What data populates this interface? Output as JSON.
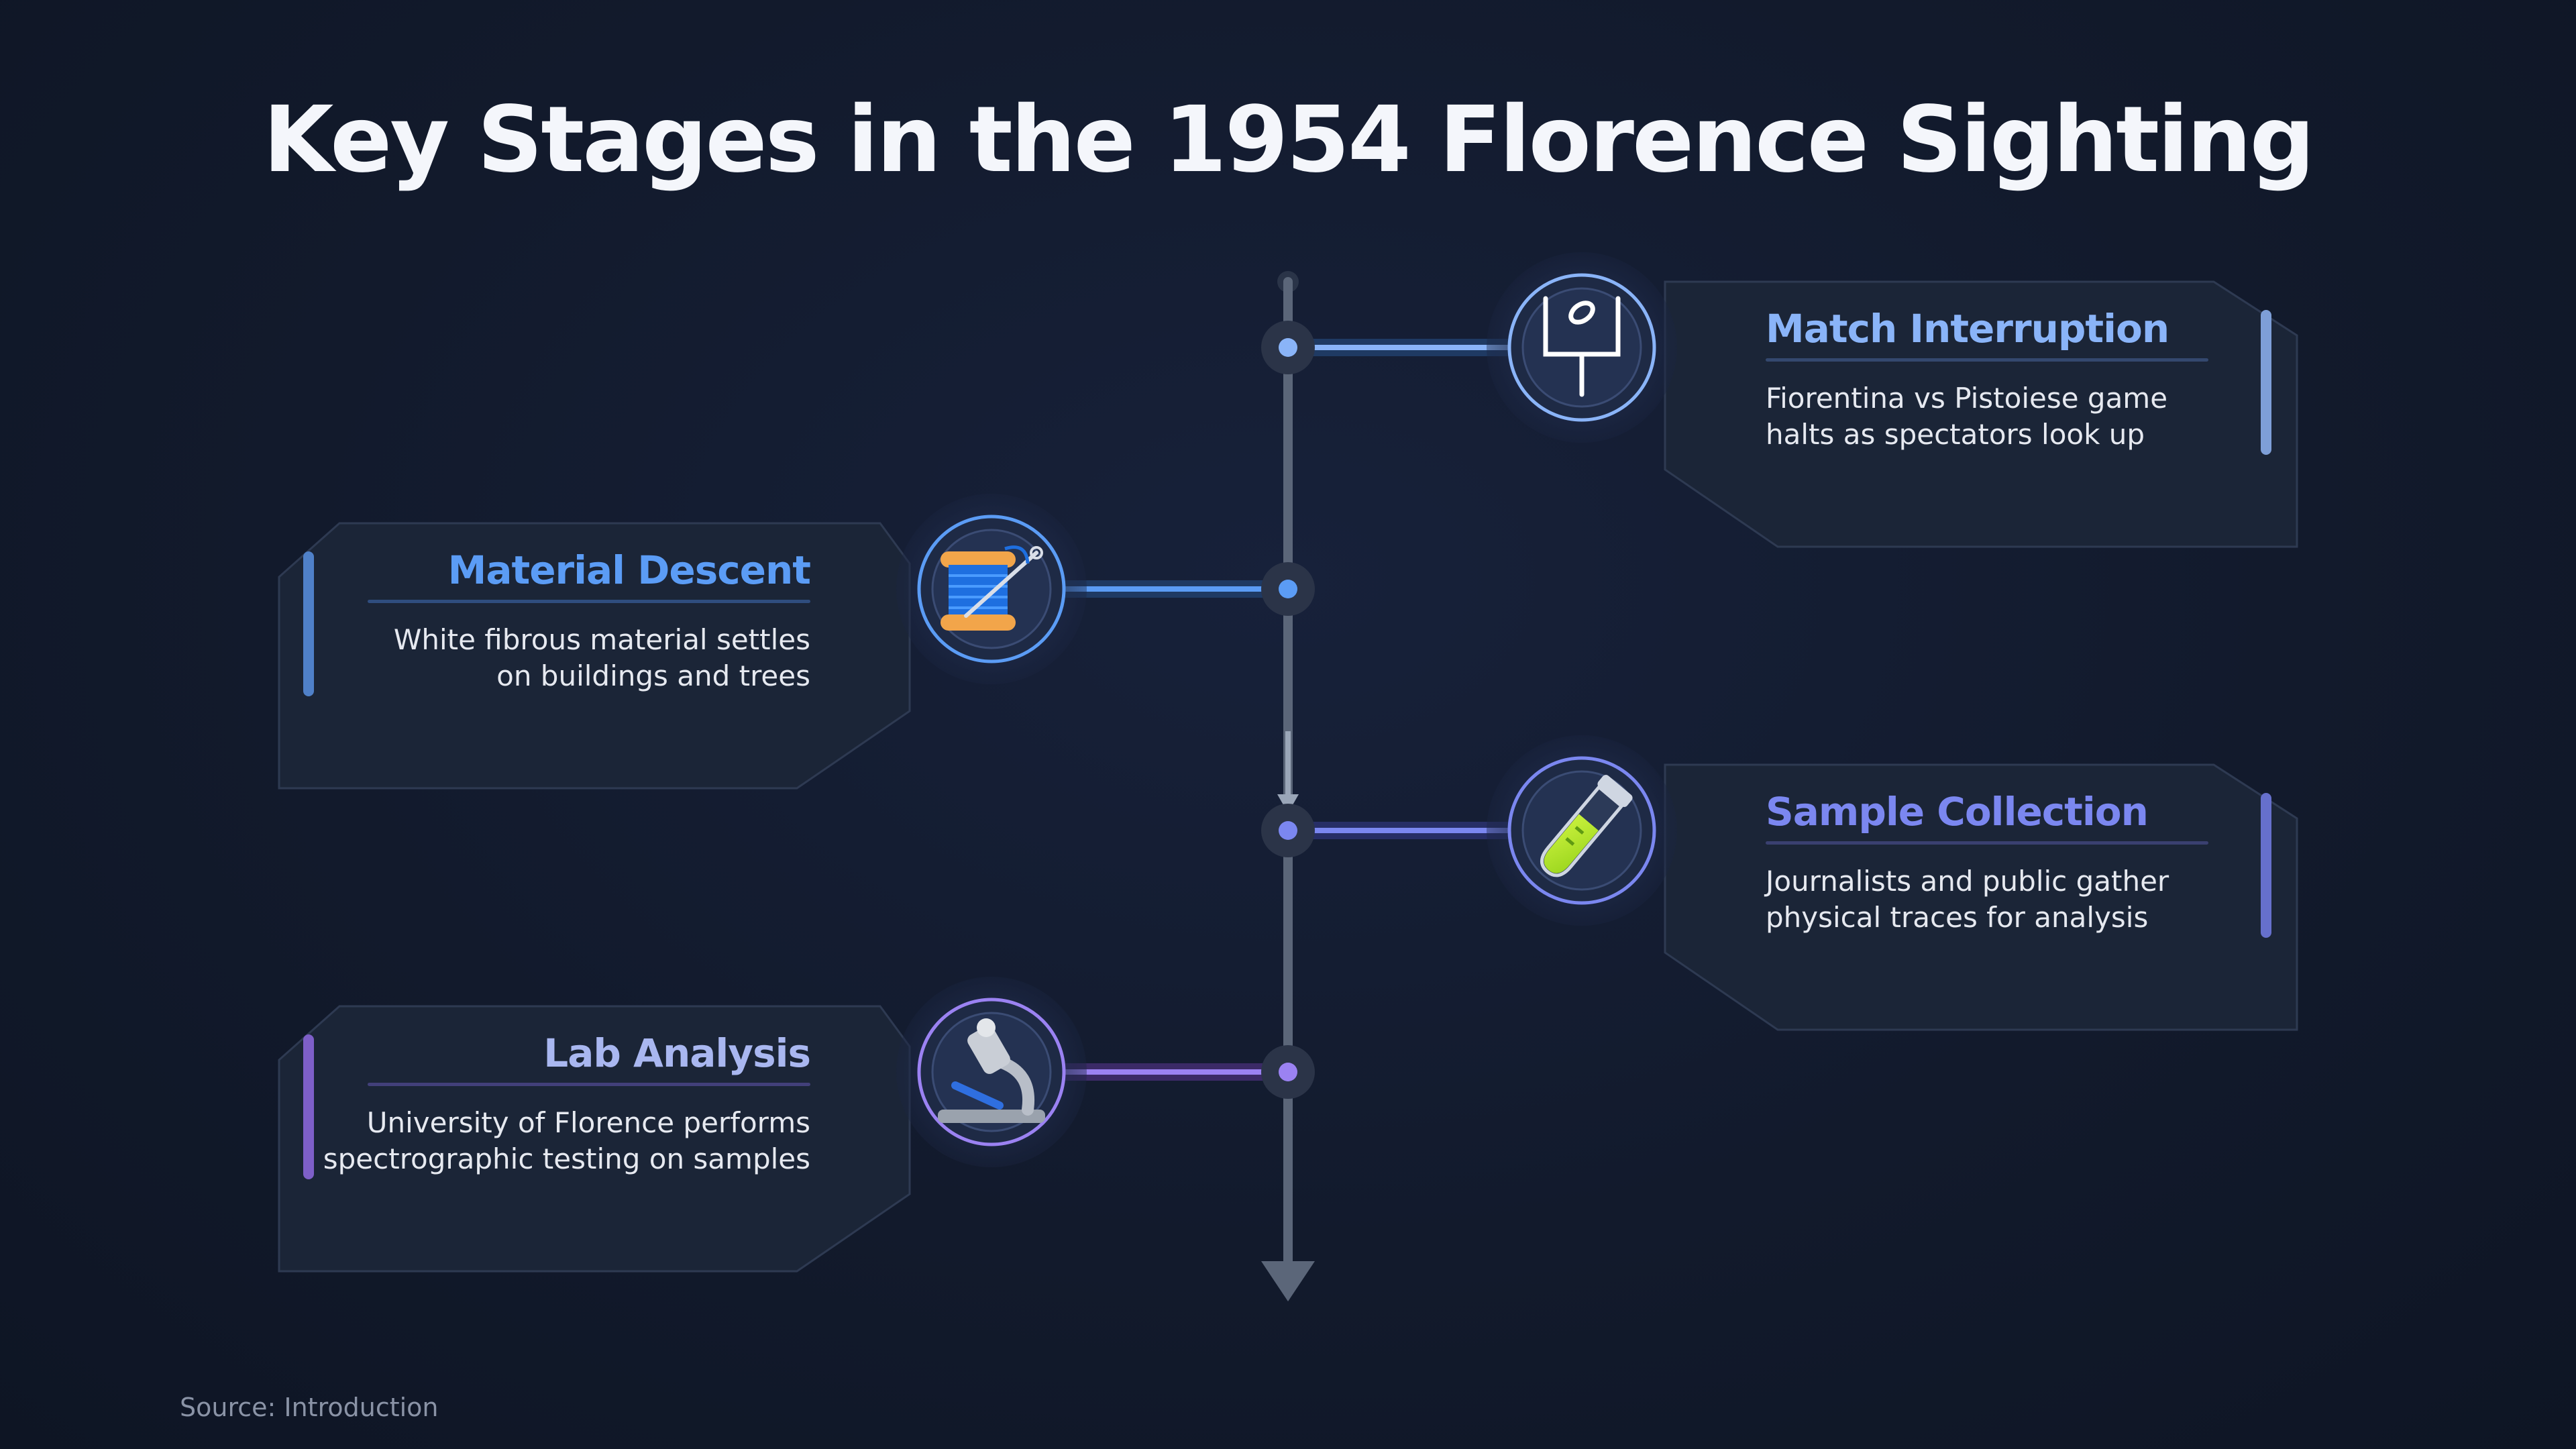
{
  "title": "Key Stages in the 1954 Florence Sighting",
  "source": "Source: Introduction",
  "stages": [
    {
      "title": "Match Interruption",
      "description_lines": [
        "Fiorentina vs Pistoiese game",
        "halts as spectators look up"
      ],
      "icon": "goalpost-icon",
      "accent": "#8ab4f8",
      "side": "right"
    },
    {
      "title": "Material Descent",
      "description_lines": [
        "White fibrous material settles",
        "on buildings and trees"
      ],
      "icon": "thread-spool-icon",
      "accent": "#5b9cf5",
      "side": "left"
    },
    {
      "title": "Sample Collection",
      "description_lines": [
        "Journalists and public gather",
        "physical traces for analysis"
      ],
      "icon": "test-tube-icon",
      "accent": "#7b87f0",
      "side": "right"
    },
    {
      "title": "Lab Analysis",
      "description_lines": [
        "University of Florence performs",
        "spectrographic testing on samples"
      ],
      "icon": "microscope-icon",
      "accent": "#9b82f2",
      "side": "left"
    }
  ]
}
